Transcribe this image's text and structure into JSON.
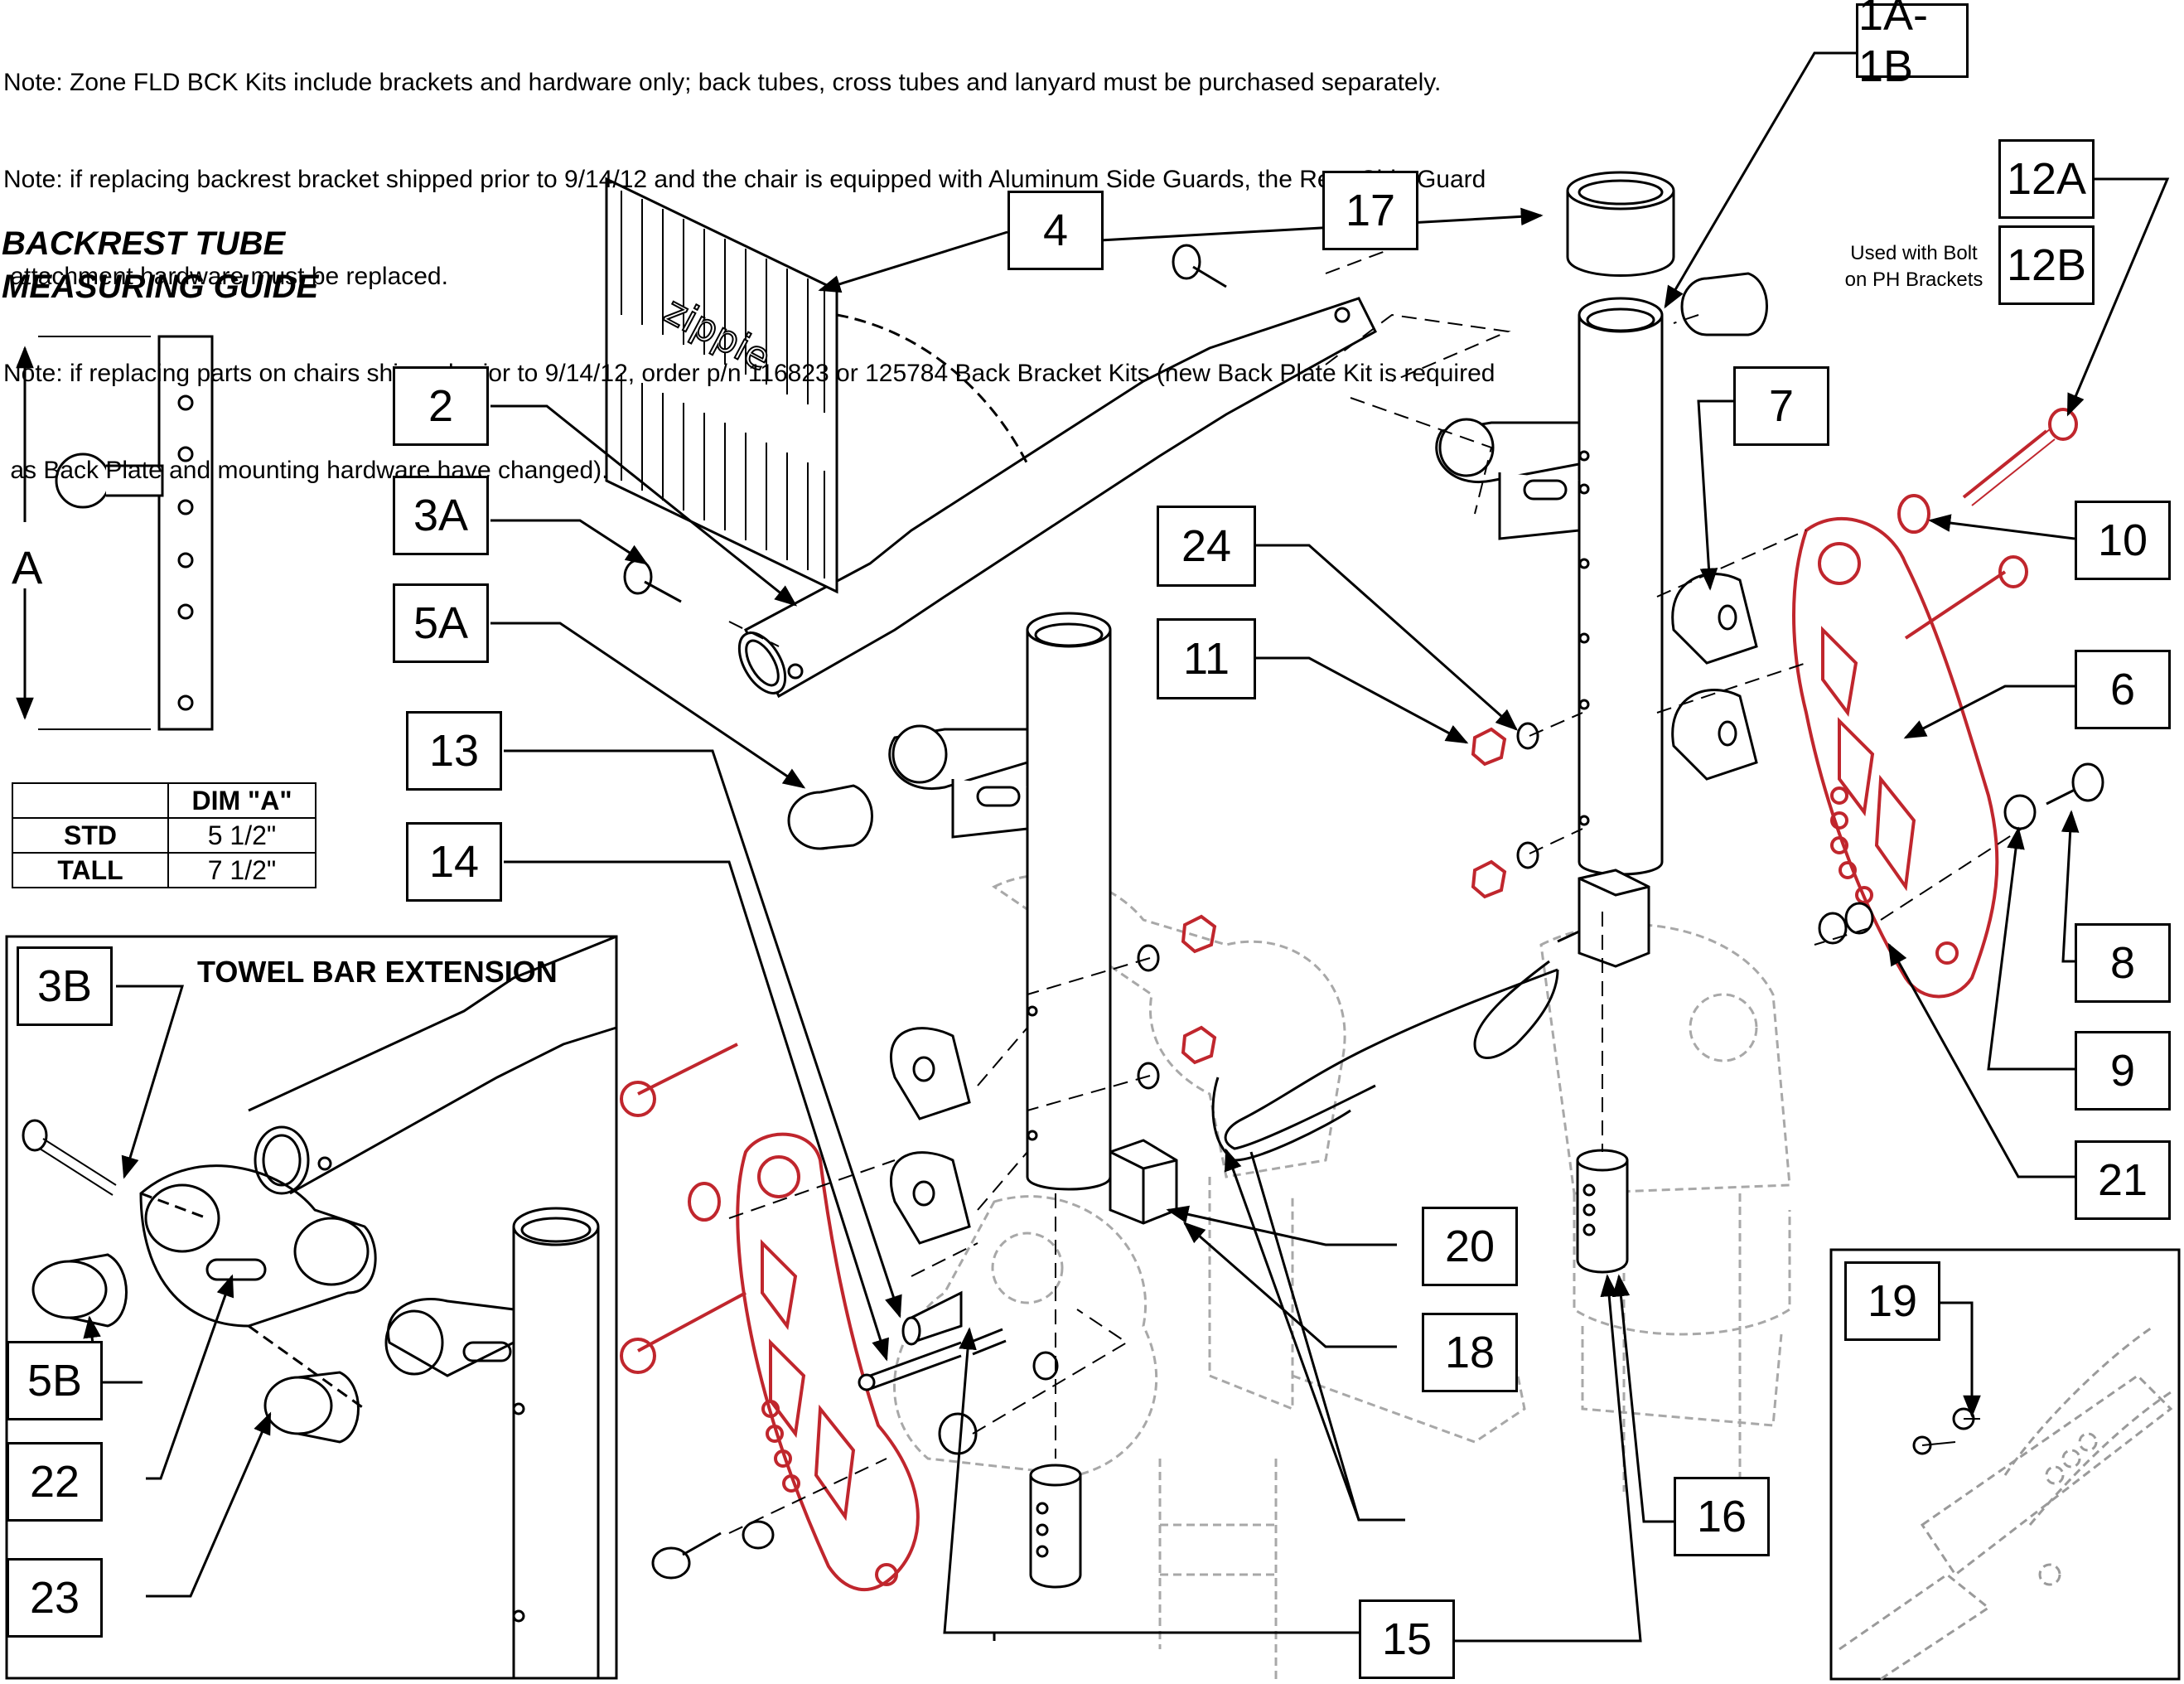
{
  "notes": [
    "Note: Zone FLD BCK Kits include brackets and hardware only; back tubes, cross tubes and lanyard must be purchased separately.",
    "Note: if replacing backrest bracket shipped prior to 9/14/12 and the chair is equipped with Aluminum Side Guards, the Rear Side Guard",
    " attachment hardware must be replaced.",
    "Note: if replacing parts on chairs shipped prior to 9/14/12, order p/n 116823 or 125784 Back Bracket Kits (new Back Plate Kit is required",
    " as Back Plate and mounting hardware have changed)."
  ],
  "guide": {
    "title_line1": "BACKREST TUBE",
    "title_line2": "MEASURING GUIDE",
    "dim_label": "A",
    "table": {
      "header": "DIM \"A\"",
      "rows": [
        {
          "label": "STD",
          "value": "5 1/2\""
        },
        {
          "label": "TALL",
          "value": "7 1/2\""
        }
      ]
    }
  },
  "backplate_logo": "zippie",
  "inset": {
    "title": "TOWEL BAR EXTENSION"
  },
  "note_12b": "Used with Bolt\non PH Brackets",
  "callouts": {
    "c1a1b": "1A-1B",
    "c2": "2",
    "c3a": "3A",
    "c3b": "3B",
    "c4": "4",
    "c5a": "5A",
    "c5b": "5B",
    "c6": "6",
    "c7": "7",
    "c8": "8",
    "c9": "9",
    "c10": "10",
    "c11": "11",
    "c12a": "12A",
    "c12b": "12B",
    "c13": "13",
    "c14": "14",
    "c15": "15",
    "c16": "16",
    "c17": "17",
    "c18": "18",
    "c19": "19",
    "c20": "20",
    "c21": "21",
    "c22": "22",
    "c23": "23",
    "c24": "24"
  },
  "colors": {
    "highlight": "#c0262d",
    "line": "#000000",
    "ghost": "#9a9a9a"
  }
}
